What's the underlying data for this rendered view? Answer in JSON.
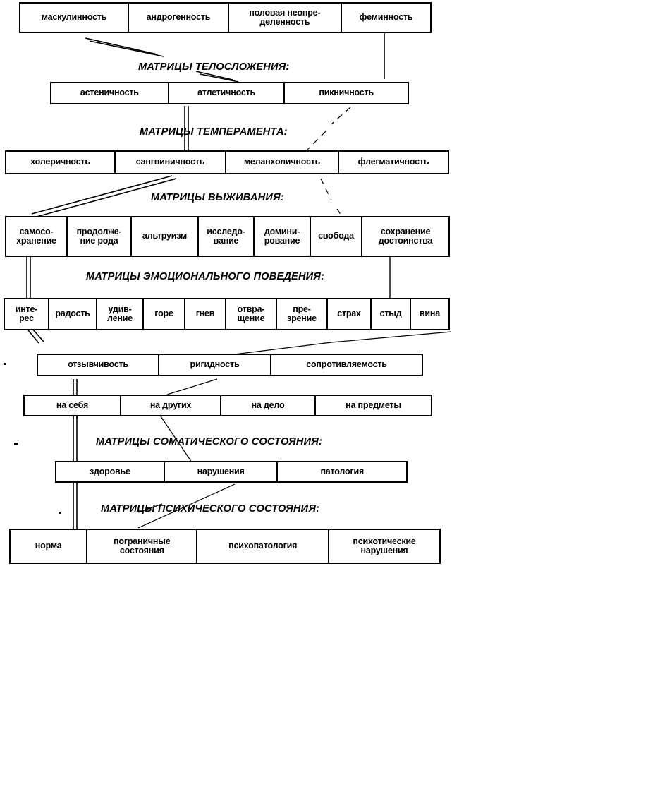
{
  "diagram": {
    "title_present": false,
    "sections": [
      {
        "id": "gender",
        "caption": "",
        "boxes": [
          "маскулинность",
          "андрогенность",
          "половая неопре-\nделенность",
          "феминность"
        ]
      },
      {
        "id": "body",
        "caption": "МАТРИЦЫ ТЕЛОСЛОЖЕНИЯ:",
        "boxes": [
          "астеничность",
          "атлетичность",
          "пикничность"
        ]
      },
      {
        "id": "temperament",
        "caption": "МАТРИЦЫ ТЕМПЕРАМЕНТА:",
        "boxes": [
          "холеричность",
          "сангвиничность",
          "меланхоличность",
          "флегматичность"
        ]
      },
      {
        "id": "survival",
        "caption": "МАТРИЦЫ ВЫЖИВАНИЯ:",
        "boxes": [
          "самосо-\nхранение",
          "продолже-\nние рода",
          "альтруизм",
          "исследо-\nвание",
          "домини-\nрование",
          "свобода",
          "сохранение\nдостоинства"
        ]
      },
      {
        "id": "emotions",
        "caption": "МАТРИЦЫ ЭМОЦИОНАЛЬНОГО ПОВЕДЕНИЯ:",
        "boxes": [
          "инте-\nрес",
          "радость",
          "удив-\nление",
          "горе",
          "гнев",
          "отвра-\nщение",
          "пре-\nзрение",
          "страх",
          "стыд",
          "вина"
        ]
      },
      {
        "id": "reactivity",
        "caption": "",
        "boxes": [
          "отзывчивость",
          "ригидность",
          "сопротивляемость"
        ]
      },
      {
        "id": "orientation",
        "caption": "",
        "boxes": [
          "на себя",
          "на других",
          "на дело",
          "на предметы"
        ]
      },
      {
        "id": "somatic",
        "caption": "МАТРИЦЫ СОМАТИЧЕСКОГО СОСТОЯНИЯ:",
        "boxes": [
          "здоровье",
          "нарушения",
          "патология"
        ]
      },
      {
        "id": "mental",
        "caption": "МАТРИЦЫ ПСИХИЧЕСКОГО СОСТОЯНИЯ:",
        "boxes": [
          "норма",
          "пограничные\nсостояния",
          "психопатология",
          "психотические\nнарушения"
        ]
      }
    ]
  },
  "colors": {
    "ink": "#000000",
    "paper": "#ffffff"
  }
}
